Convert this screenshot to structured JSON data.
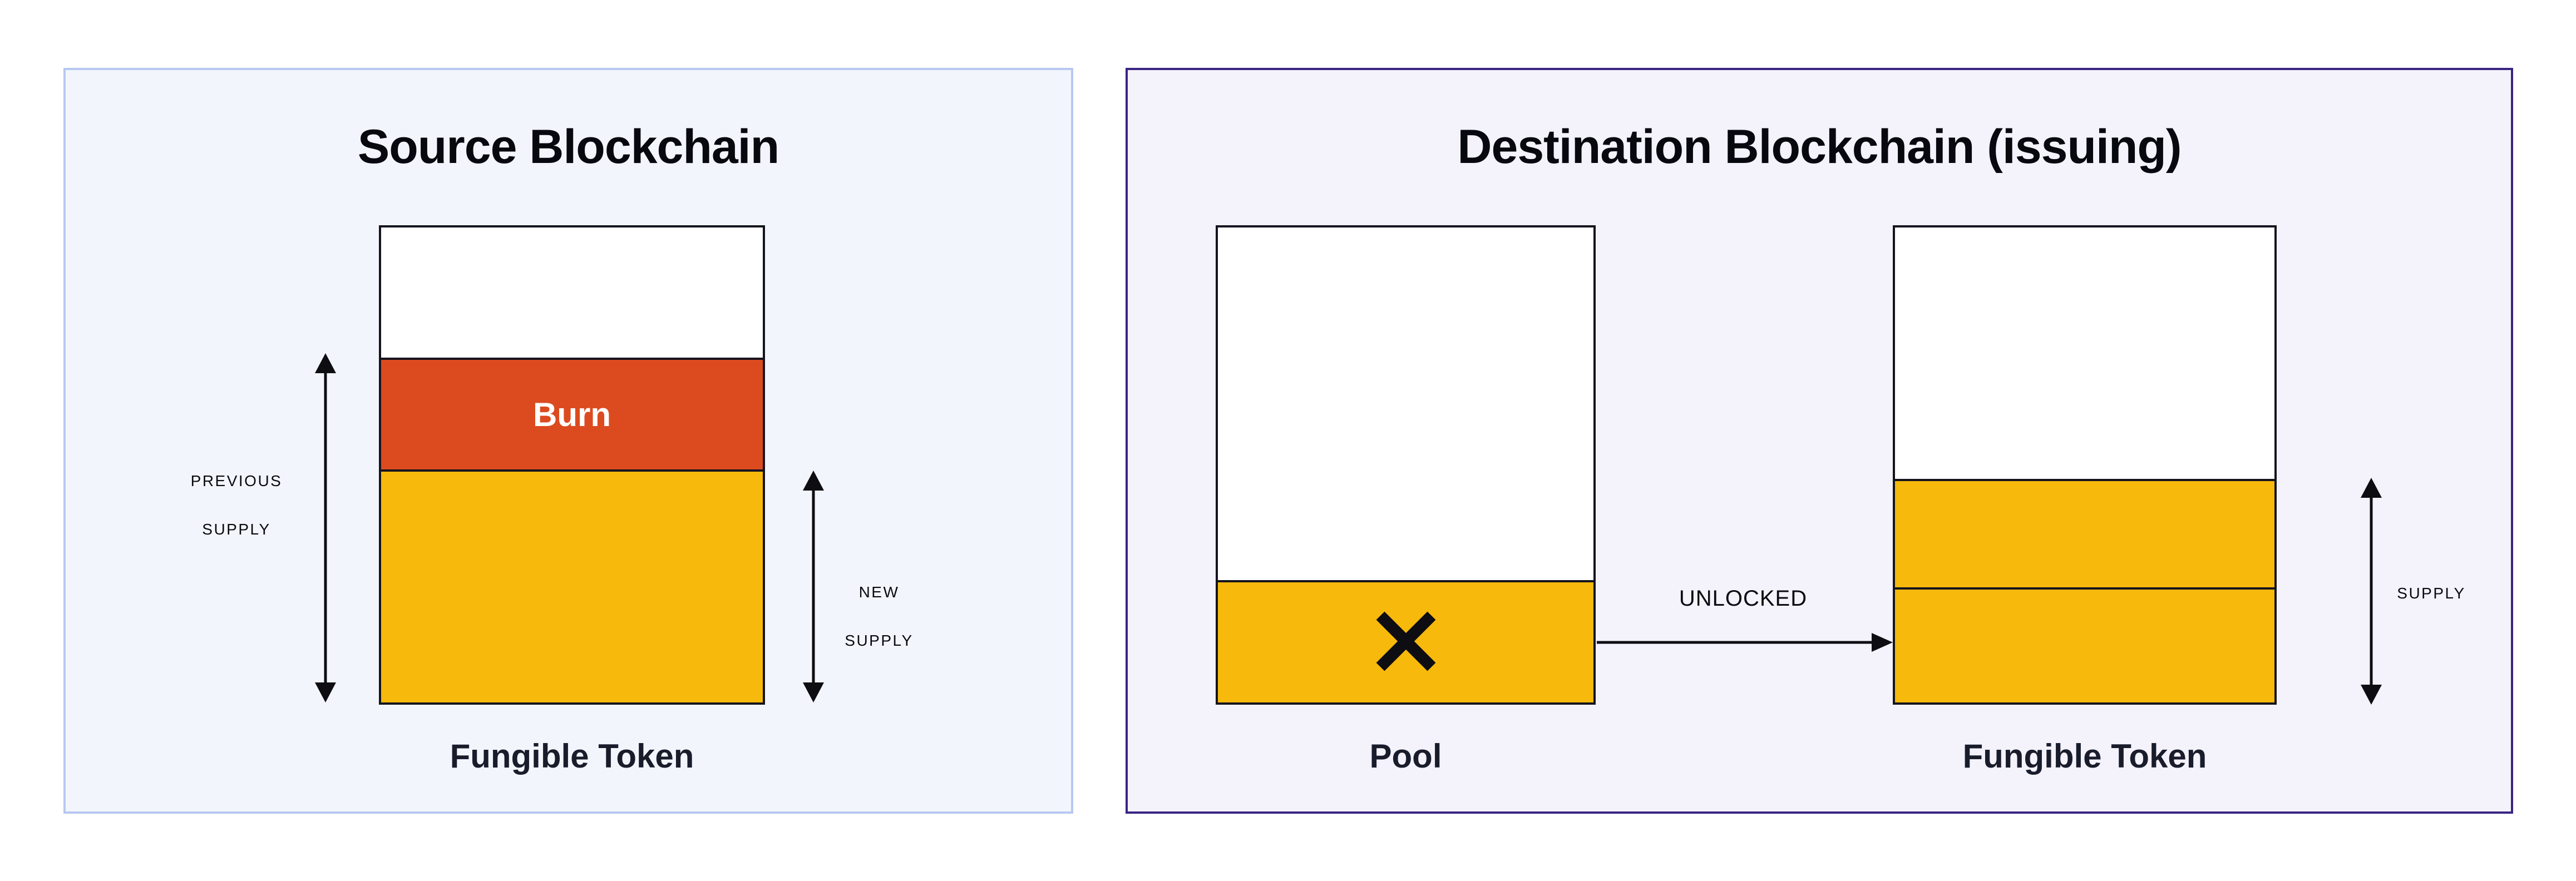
{
  "colors": {
    "page_bg": "#ffffff",
    "source_panel_bg": "#f2f6fc",
    "source_panel_border": "#b7c8f0",
    "dest_panel_bg": "#f4f2fb",
    "dest_panel_border": "#3a2483",
    "bar_outline": "#14141f",
    "burn_orange": "#dc4b1f",
    "token_yellow": "#f7b90b",
    "title_text": "#08080f",
    "label_text": "#0a0a0f",
    "token_label_text": "#191d2b",
    "burn_label_text": "#ffffff"
  },
  "source_panel": {
    "title": "Source Blockchain",
    "burn_label": "Burn",
    "token_label": "Fungible Token",
    "previous_supply_label": {
      "line1": "PREVIOUS",
      "line2": "SUPPLY"
    },
    "new_supply_label": {
      "line1": "NEW",
      "line2": "SUPPLY"
    }
  },
  "destination_panel": {
    "title": "Destination Blockchain (issuing)",
    "pool_label": "Pool",
    "unlocked_label": "UNLOCKED",
    "supply_label": "SUPPLY",
    "token_label": "Fungible Token",
    "x_icon": "x-mark"
  }
}
